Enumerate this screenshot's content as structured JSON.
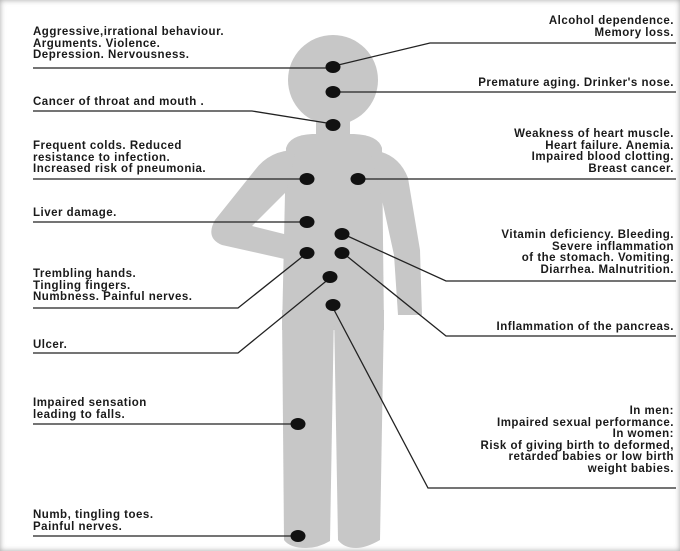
{
  "colors": {
    "body": "#c7c7c7",
    "line": "#222222",
    "dot": "#111111"
  },
  "labels": {
    "behaviour": [
      "Aggressive,irrational behaviour.",
      "Arguments. Violence.",
      "Depression. Nervousness."
    ],
    "alcohol": [
      "Alcohol dependence.",
      "Memory loss."
    ],
    "aging": [
      "Premature aging. Drinker's nose."
    ],
    "cancer_throat": [
      "Cancer of throat and mouth ."
    ],
    "heart": [
      "Weakness of heart muscle.",
      "Heart failure. Anemia.",
      "Impaired blood clotting.",
      "Breast cancer."
    ],
    "colds": [
      "Frequent colds. Reduced",
      "resistance to infection.",
      "Increased risk of pneumonia."
    ],
    "liver": [
      "Liver damage."
    ],
    "vitamin": [
      "Vitamin deficiency. Bleeding.",
      "Severe inflammation",
      "of the stomach. Vomiting.",
      "Diarrhea. Malnutrition."
    ],
    "trembling": [
      "Trembling hands.",
      "Tingling fingers.",
      "Numbness. Painful nerves."
    ],
    "pancreas": [
      "Inflammation of the pancreas."
    ],
    "ulcer": [
      "Ulcer."
    ],
    "sensation": [
      "Impaired sensation",
      "leading to falls."
    ],
    "men_women": [
      "In men:",
      "Impaired sexual performance.",
      "In women:",
      "Risk of giving birth to deformed,",
      "retarded babies or low birth",
      "weight babies."
    ],
    "toes": [
      "Numb, tingling toes.",
      "Painful nerves."
    ]
  }
}
